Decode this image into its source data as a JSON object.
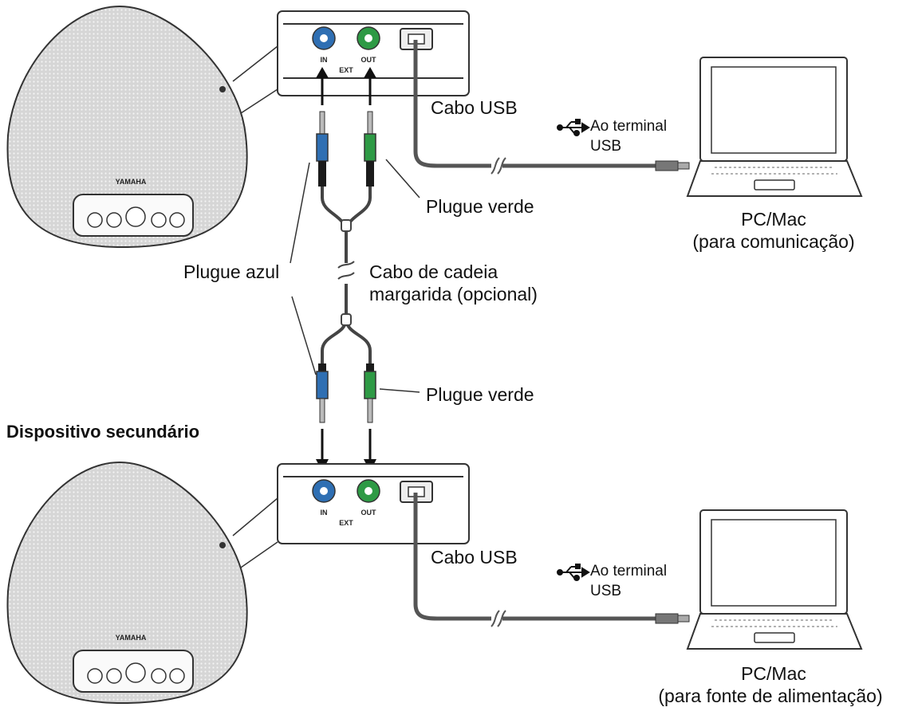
{
  "labels": {
    "usb_cable": "Cabo USB",
    "to_usb_terminal_line1": "Ao terminal",
    "to_usb_terminal_line2": "USB",
    "pc_mac": "PC/Mac",
    "for_communication": "(para comunicação)",
    "for_power_supply": "(para fonte de alimentação)",
    "green_plug": "Plugue verde",
    "blue_plug": "Plugue azul",
    "daisy_chain_line1": "Cabo de cadeia",
    "daisy_chain_line2": "margarida (opcional)",
    "secondary_device": "Dispositivo secundário"
  },
  "panel": {
    "in": "IN",
    "out": "OUT",
    "ext": "EXT"
  },
  "speaker": {
    "brand": "YAMAHA"
  },
  "colors": {
    "blue_plug": "#2f6fb3",
    "green_plug": "#2e9a45",
    "panel_border": "#333333"
  },
  "icons": [
    "usb-icon",
    "usb-icon"
  ]
}
